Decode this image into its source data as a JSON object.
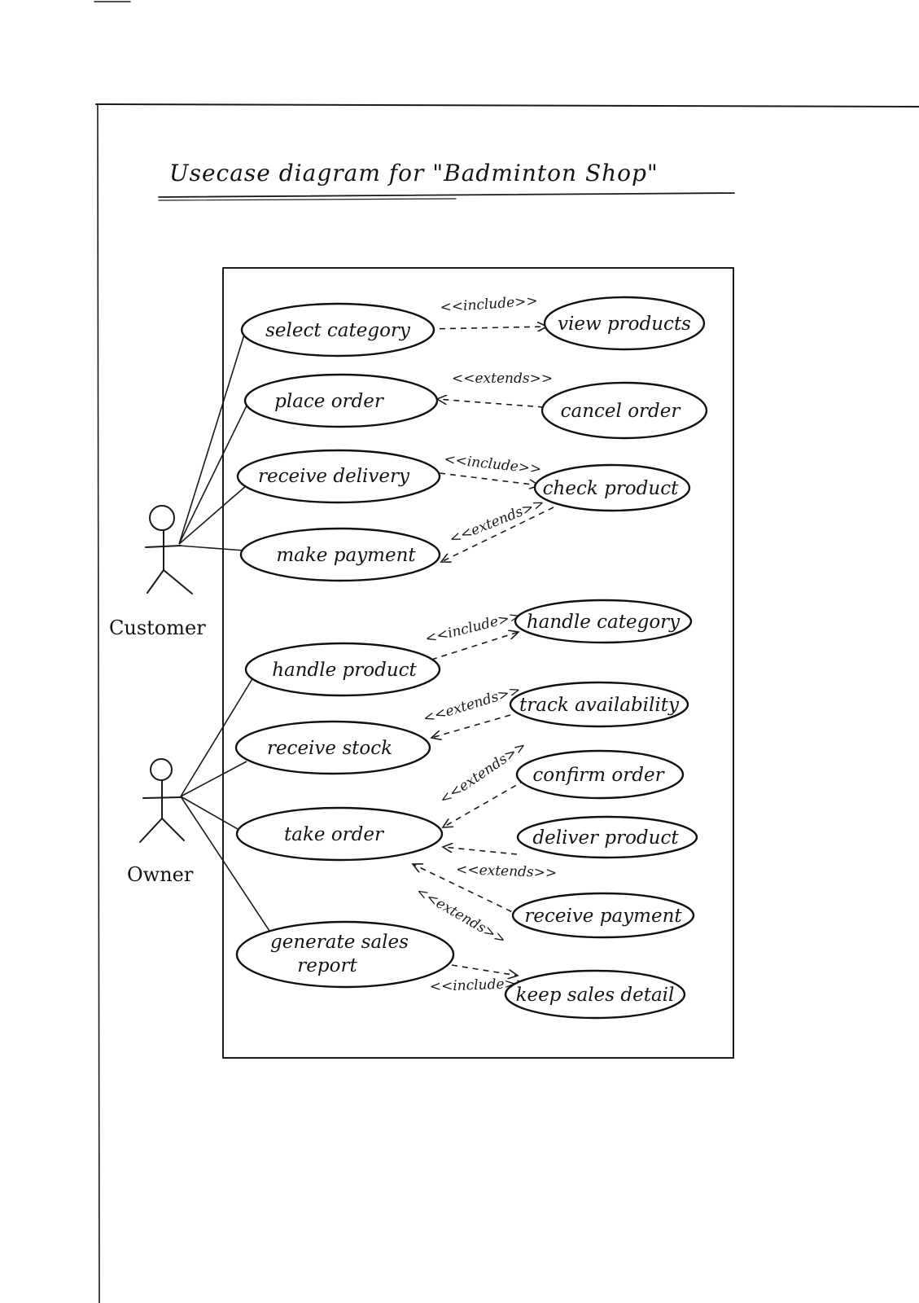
{
  "title": "Usecase diagram for \"Badminton Shop\"",
  "actors": {
    "customer": "Customer",
    "owner": "Owner"
  },
  "stereotypes": {
    "include": "<<include>>",
    "extends": "<<extends>>"
  },
  "use_cases": {
    "select_category": "select category",
    "view_products": "view products",
    "place_order": "place order",
    "cancel_order": "cancel order",
    "receive_delivery": "receive delivery",
    "check_product": "check product",
    "make_payment": "make payment",
    "handle_product": "handle product",
    "handle_category": "handle category",
    "receive_stock": "receive stock",
    "track_availability": "track availability",
    "take_order": "take order",
    "confirm_order": "confirm order",
    "deliver_product": "deliver product",
    "receive_payment": "receive payment",
    "generate_sales_report_line1": "generate sales",
    "generate_sales_report_line2": "report",
    "keep_sales_detail": "keep sales detail"
  },
  "relations": [
    {
      "from": "select category",
      "to": "view products",
      "type": "<<include>>"
    },
    {
      "from": "cancel order",
      "to": "place order",
      "type": "<<extends>>"
    },
    {
      "from": "receive delivery",
      "to": "check product",
      "type": "<<include>>"
    },
    {
      "from": "check product",
      "to": "make payment",
      "type": "<<extends>>"
    },
    {
      "from": "handle product",
      "to": "handle category",
      "type": "<<include>>"
    },
    {
      "from": "track availability",
      "to": "receive stock",
      "type": "<<extends>>"
    },
    {
      "from": "confirm order",
      "to": "take order",
      "type": "<<extends>>"
    },
    {
      "from": "deliver product",
      "to": "take order",
      "type": "<<extends>>"
    },
    {
      "from": "receive payment",
      "to": "take order",
      "type": "<<extends>>"
    },
    {
      "from": "generate sales report",
      "to": "keep sales detail",
      "type": "<<include>>"
    }
  ]
}
